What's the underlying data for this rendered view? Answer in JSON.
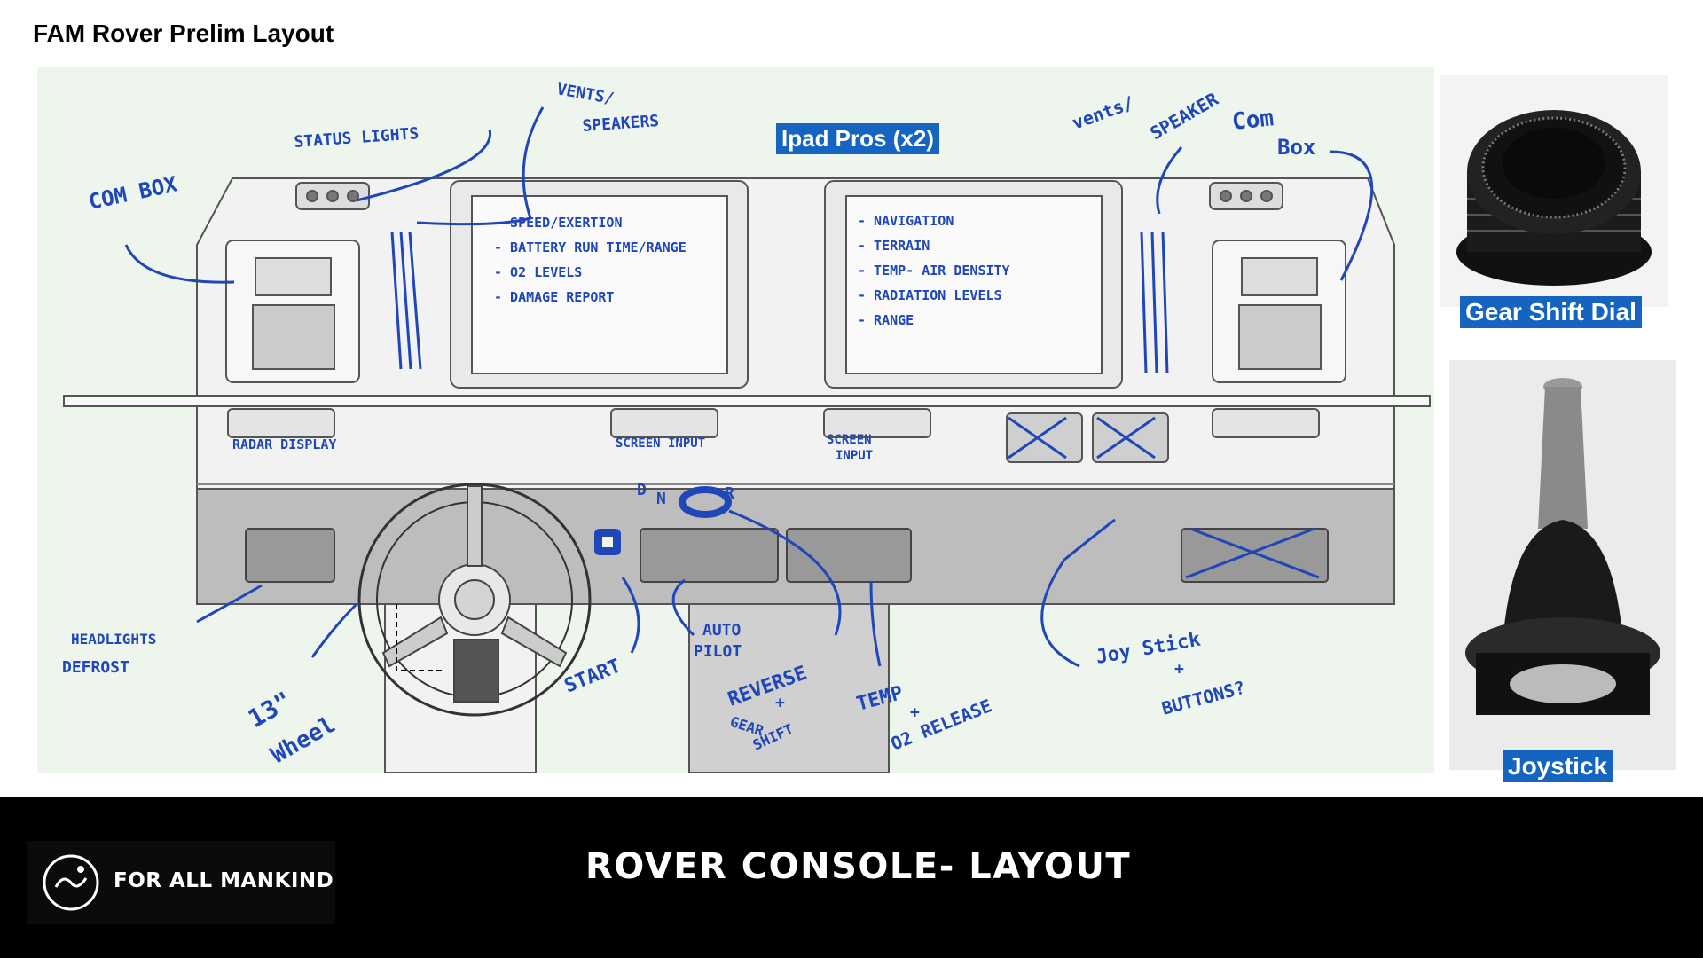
{
  "page_title": "FAM Rover Prelim Layout",
  "diagram": {
    "badge_ipad": "Ipad Pros (x2)",
    "annotations": {
      "com_box_left": "COM BOX",
      "status_lights": "STATUS LIGHTS",
      "vents_left_1": "VENTS/",
      "vents_left_2": "SPEAKERS",
      "vents_right_1": "vents/",
      "vents_right_2": "SPEAKER",
      "com_box_right_1": "Com",
      "com_box_right_2": "Box",
      "radar_display": "RADAR DISPLAY",
      "screen_input_left": "SCREEN INPUT",
      "screen_input_right_1": "SCREEN",
      "screen_input_right_2": "INPUT",
      "dnr_d": "D",
      "dnr_n": "N",
      "dnr_r": "R",
      "headlights_1": "HEADLIGHTS",
      "headlights_2": "DEFROST",
      "wheel_1": "13\"",
      "wheel_2": "Wheel",
      "start": "START",
      "autopilot_1": "AUTO",
      "autopilot_2": "PILOT",
      "reverse_1": "REVERSE",
      "reverse_2": "+",
      "reverse_3": "GEAR",
      "reverse_4": "SHIFT",
      "temp_1": "TEMP",
      "temp_2": "+",
      "temp_3": "O2 RELEASE",
      "joystick_1": "Joy Stick",
      "joystick_2": "+",
      "joystick_3": "BUTTONS?"
    },
    "screen_left_lines": [
      "- SPEED/EXERTION",
      "- BATTERY RUN TIME/RANGE",
      "- O2 LEVELS",
      "- DAMAGE REPORT"
    ],
    "screen_right_lines": [
      "- NAVIGATION",
      "- TERRAIN",
      "- TEMP- AIR DENSITY",
      "- RADIATION LEVELS",
      "- RANGE"
    ]
  },
  "photos": {
    "gear_shift_label": "Gear Shift Dial",
    "joystick_label": "Joystick"
  },
  "footer": {
    "brand": "FOR ALL MANKIND",
    "title": "ROVER CONSOLE- LAYOUT"
  },
  "colors": {
    "annotation_blue": "#1f47b8",
    "label_blue": "#1565c0",
    "sketch_background": "#eef5ec"
  }
}
